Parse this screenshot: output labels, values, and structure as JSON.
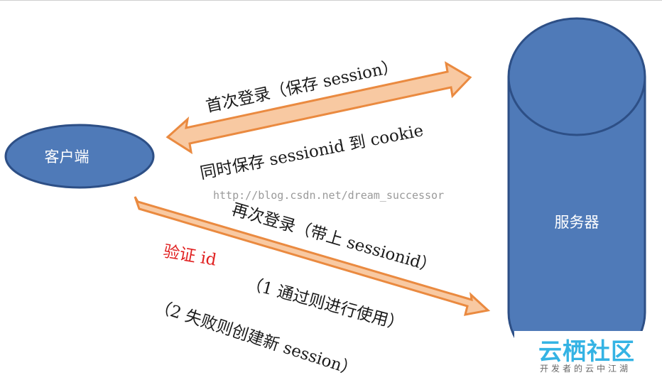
{
  "nodes": {
    "client_label": "客户端",
    "server_label": "服务器"
  },
  "labels": {
    "first_login": "首次登录（保存 session）",
    "save_cookie": "同时保存 sessionid 到 cookie",
    "watermark": "http://blog.csdn.net/dream_successor",
    "second_login": "再次登录（带上 sessionid）",
    "verify_id": "验证 id",
    "pass_use": "（1 通过则进行使用）",
    "fail_create": "（2 失败则创建新 session）"
  },
  "logo": {
    "title": "云栖社区",
    "subtitle": "开发者的云中江湖"
  },
  "colors": {
    "shape_fill": "#4f7ab8",
    "shape_stroke": "#2d4f86",
    "arrow_fill": "#f8c9a2",
    "arrow_stroke": "#ea8a40",
    "verify_text": "#e02020",
    "logo_text": "#34b3e4"
  }
}
